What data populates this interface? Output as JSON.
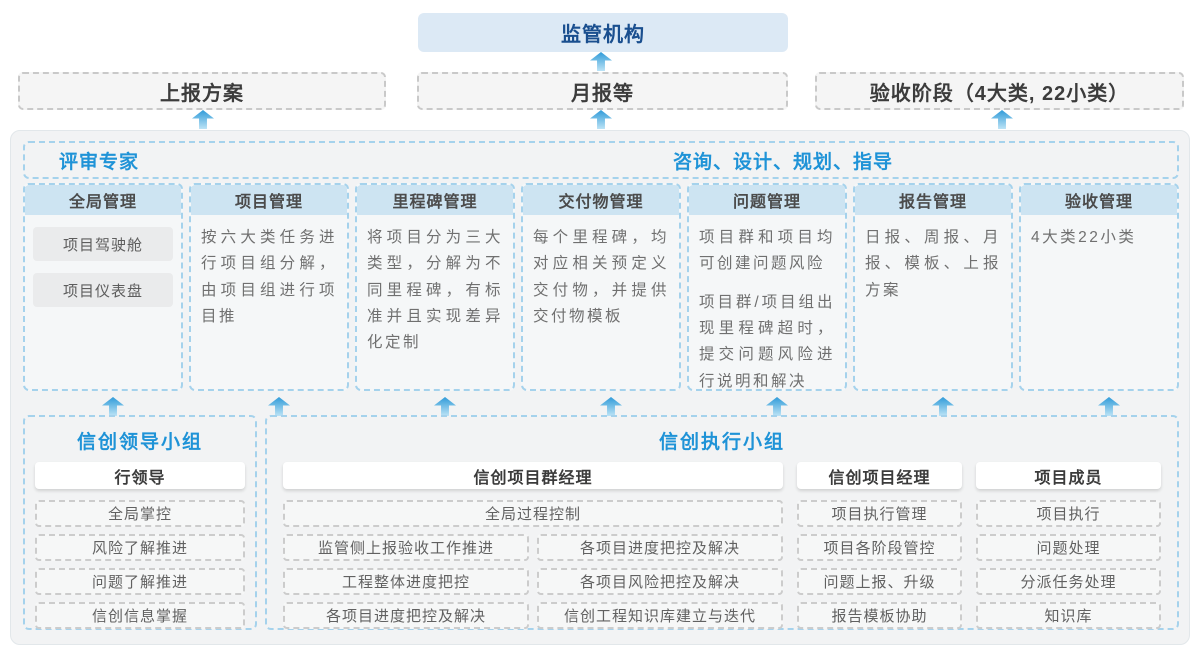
{
  "top": {
    "regulator_label": "监管机构"
  },
  "report_row": [
    {
      "label": "上报方案"
    },
    {
      "label": "月报等"
    },
    {
      "label": "验收阶段（4大类, 22小类）"
    }
  ],
  "platform": {
    "experts_label": "评审专家",
    "consult_label": "咨询、设计、规划、指导",
    "columns": [
      {
        "title": "全局管理",
        "items": [
          "项目驾驶舱",
          "项目仪表盘"
        ]
      },
      {
        "title": "项目管理",
        "paragraphs": [
          "按六大类任务进行项目组分解，由项目组进行项目推"
        ]
      },
      {
        "title": "里程碑管理",
        "paragraphs": [
          "将项目分为三大类型，分解为不同里程碑，有标准并且实现差异化定制"
        ]
      },
      {
        "title": "交付物管理",
        "paragraphs": [
          "每个里程碑，均对应相关预定义交付物，并提供交付物模板"
        ]
      },
      {
        "title": "问题管理",
        "paragraphs": [
          "项目群和项目均可创建问题风险",
          "项目群/项目组出现里程碑超时，提交问题风险进行说明和解决"
        ]
      },
      {
        "title": "报告管理",
        "paragraphs": [
          "日报、周报、月报、模板、上报方案"
        ]
      },
      {
        "title": "验收管理",
        "paragraphs": [
          "4大类22小类"
        ]
      }
    ]
  },
  "leader_group": {
    "title": "信创领导小组",
    "role": "行领导",
    "duties": [
      "全局掌控",
      "风险了解推进",
      "问题了解推进",
      "信创信息掌握"
    ]
  },
  "exec_group": {
    "title": "信创执行小组",
    "program_manager": {
      "role": "信创项目群经理",
      "duty_full": "全局过程控制",
      "duties_left": [
        "监管侧上报验收工作推进",
        "工程整体进度把控",
        "各项目进度把控及解决"
      ],
      "duties_right": [
        "各项目进度把控及解决",
        "各项目风险把控及解决",
        "信创工程知识库建立与迭代"
      ]
    },
    "project_manager": {
      "role": "信创项目经理",
      "duties": [
        "项目执行管理",
        "项目各阶段管控",
        "问题上报、升级",
        "报告模板协助"
      ]
    },
    "member": {
      "role": "项目成员",
      "duties": [
        "项目执行",
        "问题处理",
        "分派任务处理",
        "知识库"
      ]
    }
  },
  "colors": {
    "accent_blue": "#1f93d7",
    "navy": "#1a4f8f",
    "band_blue": "#cde4f2",
    "dashed_blue": "#a5d2ec",
    "arrow_blue": "#309bd9"
  }
}
